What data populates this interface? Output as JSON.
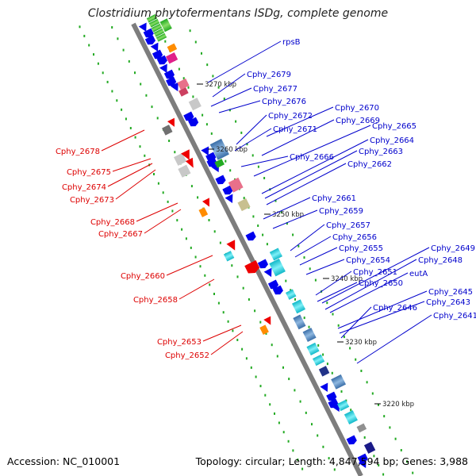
{
  "title": "Clostridium phytofermentans ISDg, complete genome",
  "footer": {
    "accession": "Accession: NC_010001",
    "topology": "Topology: circular; Length: 4,847,594 bp; Genes: 3,988"
  },
  "colors": {
    "forward_label": "#0000cc",
    "reverse_label": "#dd0000",
    "backbone": "#808080",
    "gene_blue": "#0000ee",
    "gene_red": "#ee0000",
    "dots": "#22aa22"
  },
  "scale_labels": [
    "3270 kbp",
    "3260 kbp",
    "3250 kbp",
    "3240 kbp",
    "3230 kbp",
    "3220 kbp"
  ],
  "forward_labels": [
    "rpsB",
    "Cphy_2679",
    "Cphy_2677",
    "Cphy_2676",
    "Cphy_2670",
    "Cphy_2672",
    "Cphy_2669",
    "Cphy_2671",
    "Cphy_2665",
    "Cphy_2664",
    "Cphy_2666",
    "Cphy_2663",
    "Cphy_2662",
    "Cphy_2661",
    "Cphy_2659",
    "Cphy_2657",
    "Cphy_2656",
    "Cphy_2655",
    "Cphy_2649",
    "Cphy_2654",
    "Cphy_2648",
    "Cphy_2651",
    "eutA",
    "Cphy_2650",
    "Cphy_2645",
    "Cphy_2643",
    "Cphy_2646",
    "Cphy_2641"
  ],
  "reverse_labels": [
    "Cphy_2678",
    "Cphy_2675",
    "Cphy_2674",
    "Cphy_2673",
    "Cphy_2668",
    "Cphy_2667",
    "Cphy_2660",
    "Cphy_2658",
    "Cphy_2653",
    "Cphy_2652"
  ]
}
